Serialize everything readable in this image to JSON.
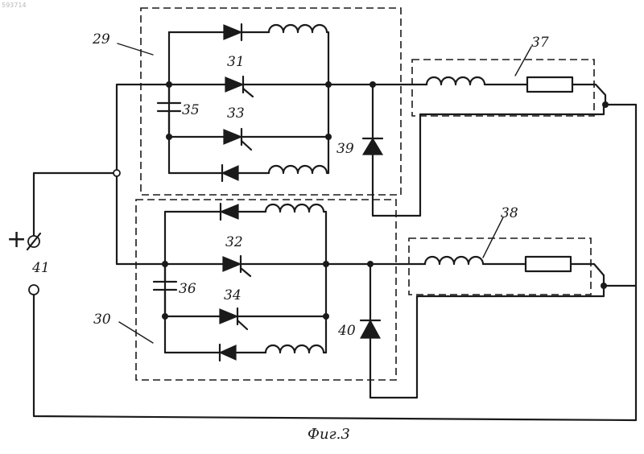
{
  "watermark": "593714",
  "caption": "Фиг.3",
  "terminal": {
    "plus_sign": "+",
    "number": "41"
  },
  "labels": {
    "block_upper": "29",
    "block_lower": "30",
    "thyristor_31": "31",
    "thyristor_32": "32",
    "thyristor_33": "33",
    "thyristor_34": "34",
    "capacitor_35": "35",
    "capacitor_36": "36",
    "load_37": "37",
    "load_38": "38",
    "diode_39": "39",
    "diode_40": "40"
  }
}
